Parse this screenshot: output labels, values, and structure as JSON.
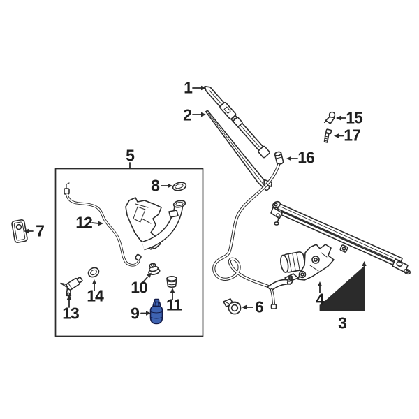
{
  "diagram": {
    "background": "#ffffff",
    "line_color": "#2b2b2b",
    "highlight": {
      "fill": "#3e63b1",
      "stroke": "#141c49",
      "selected_callout": "9"
    },
    "callouts": {
      "c1": "1",
      "c2": "2",
      "c3": "3",
      "c4": "4",
      "c5": "5",
      "c6": "6",
      "c7": "7",
      "c8": "8",
      "c9": "9",
      "c10": "10",
      "c11": "11",
      "c12": "12",
      "c13": "13",
      "c14": "14",
      "c15": "15",
      "c16": "16",
      "c17": "17"
    }
  }
}
